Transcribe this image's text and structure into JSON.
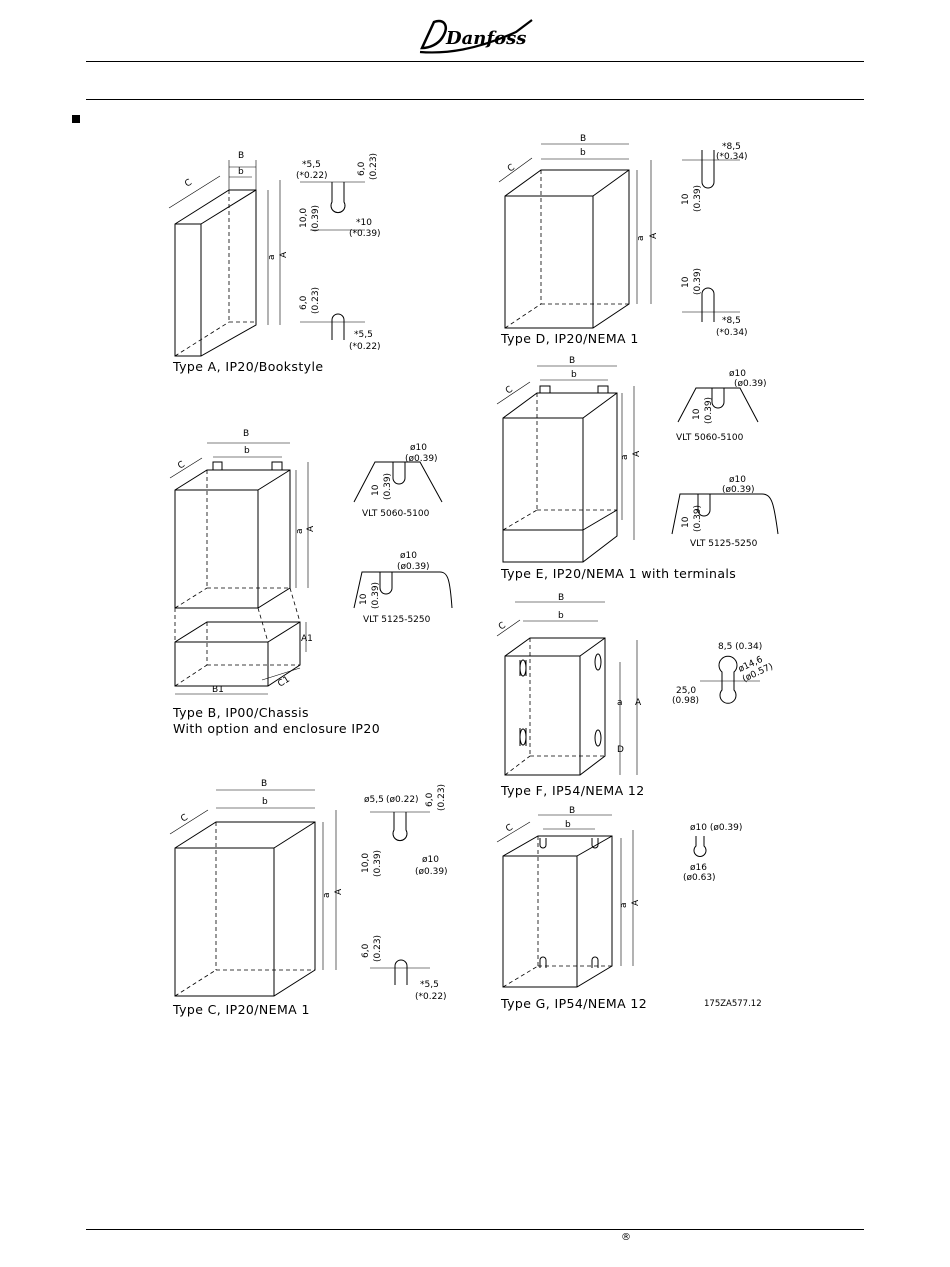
{
  "header": {
    "logo_text": "Danfoss",
    "logo_icon": "danfoss-logo-icon"
  },
  "figures": {
    "type_a": {
      "caption": "Type A, IP20/Bookstyle",
      "labels": {
        "B": "B",
        "b": "b",
        "C": "C",
        "a": "a",
        "A": "A"
      },
      "dims": {
        "d1": "*5,5",
        "d2": "(*0.22)",
        "d3": "6,0",
        "d4": "(0.23)",
        "d5": "10,0",
        "d6": "(0.39)",
        "d7": "*10",
        "d8": "(*0.39)",
        "d9": "6,0",
        "d10": "(0.23)",
        "d11": "*5,5",
        "d12": "(*0.22)"
      }
    },
    "type_b": {
      "caption": "Type B, IP00/Chassis",
      "caption2": "With option and enclosure IP20",
      "labels": {
        "B": "B",
        "b": "b",
        "C": "C",
        "a": "a",
        "A": "A",
        "A1": "A1",
        "B1": "B1",
        "C1": "C1"
      },
      "dims": {
        "d1": "ø10",
        "d2": "(ø0.39)",
        "d3": "10",
        "d4": "(0.39)",
        "d5": "VLT 5060-5100",
        "d6": "ø10",
        "d7": "(ø0.39)",
        "d8": "10",
        "d9": "(0.39)",
        "d10": "VLT 5125-5250"
      }
    },
    "type_c": {
      "caption": "Type C, IP20/NEMA 1",
      "labels": {
        "B": "B",
        "b": "b",
        "C": "C",
        "a": "a",
        "A": "A"
      },
      "dims": {
        "d1": "ø5,5",
        "d2": "(ø0.22)",
        "d3": "6,0",
        "d4": "(0.23)",
        "d5": "10,0",
        "d6": "(0.39)",
        "d7": "ø10",
        "d8": "(ø0.39)",
        "d9": "6,0",
        "d10": "(0.23)",
        "d11": "*5,5",
        "d12": "(*0.22)"
      }
    },
    "type_d": {
      "caption": "Type D, IP20/NEMA 1",
      "labels": {
        "B": "B",
        "b": "b",
        "C": "C",
        "a": "a",
        "A": "A"
      },
      "dims": {
        "d1": "*8,5",
        "d2": "(*0.34)",
        "d3": "10",
        "d4": "(0.39)",
        "d5": "10",
        "d6": "(0.39)",
        "d7": "*8,5",
        "d8": "(*0.34)"
      }
    },
    "type_e": {
      "caption": "Type E, IP20/NEMA 1 with terminals",
      "labels": {
        "B": "B",
        "b": "b",
        "C": "C",
        "a": "a",
        "A": "A"
      },
      "dims": {
        "d1": "ø10",
        "d2": "(ø0.39)",
        "d3": "10",
        "d4": "(0.39)",
        "d5": "VLT 5060-5100",
        "d6": "ø10",
        "d7": "(ø0.39)",
        "d8": "10",
        "d9": "(0.39)",
        "d10": "VLT 5125-5250"
      }
    },
    "type_f": {
      "caption": "Type F, IP54/NEMA 12",
      "labels": {
        "B": "B",
        "b": "b",
        "C": "C",
        "a": "a",
        "A": "A",
        "D": "D"
      },
      "dims": {
        "d1": "8,5 (0.34)",
        "d2": "ø14,6",
        "d3": "(ø0.57)",
        "d4": "25,0",
        "d5": "(0.98)"
      }
    },
    "type_g": {
      "caption": "Type G, IP54/NEMA 12",
      "labels": {
        "B": "B",
        "b": "b",
        "C": "C",
        "a": "a",
        "A": "A"
      },
      "dims": {
        "d1": "ø10 (ø0.39)",
        "d2": "ø16",
        "d3": "(ø0.63)"
      }
    }
  },
  "drawing_ref": "175ZA577.12",
  "footer": {
    "registered_mark": "®"
  }
}
